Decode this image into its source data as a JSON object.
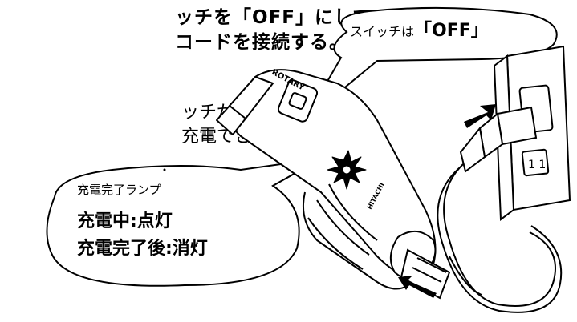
{
  "instruction": {
    "line1": "ッチを「OFF」にして、",
    "line2": "コードを接続する。"
  },
  "note": {
    "line1": "ッチが「ON」状態",
    "line2": "充電できません。"
  },
  "switch_callout": {
    "prefix": "スイッチは",
    "value": "「OFF」"
  },
  "lamp_callout": {
    "title": "充電完了ランプ",
    "charging": "充電中:点灯",
    "charged": "充電完了後:消灯"
  },
  "device_labels": {
    "brand": "ROTARY",
    "maker": "HITACHI"
  },
  "outlet_label": "1 1"
}
